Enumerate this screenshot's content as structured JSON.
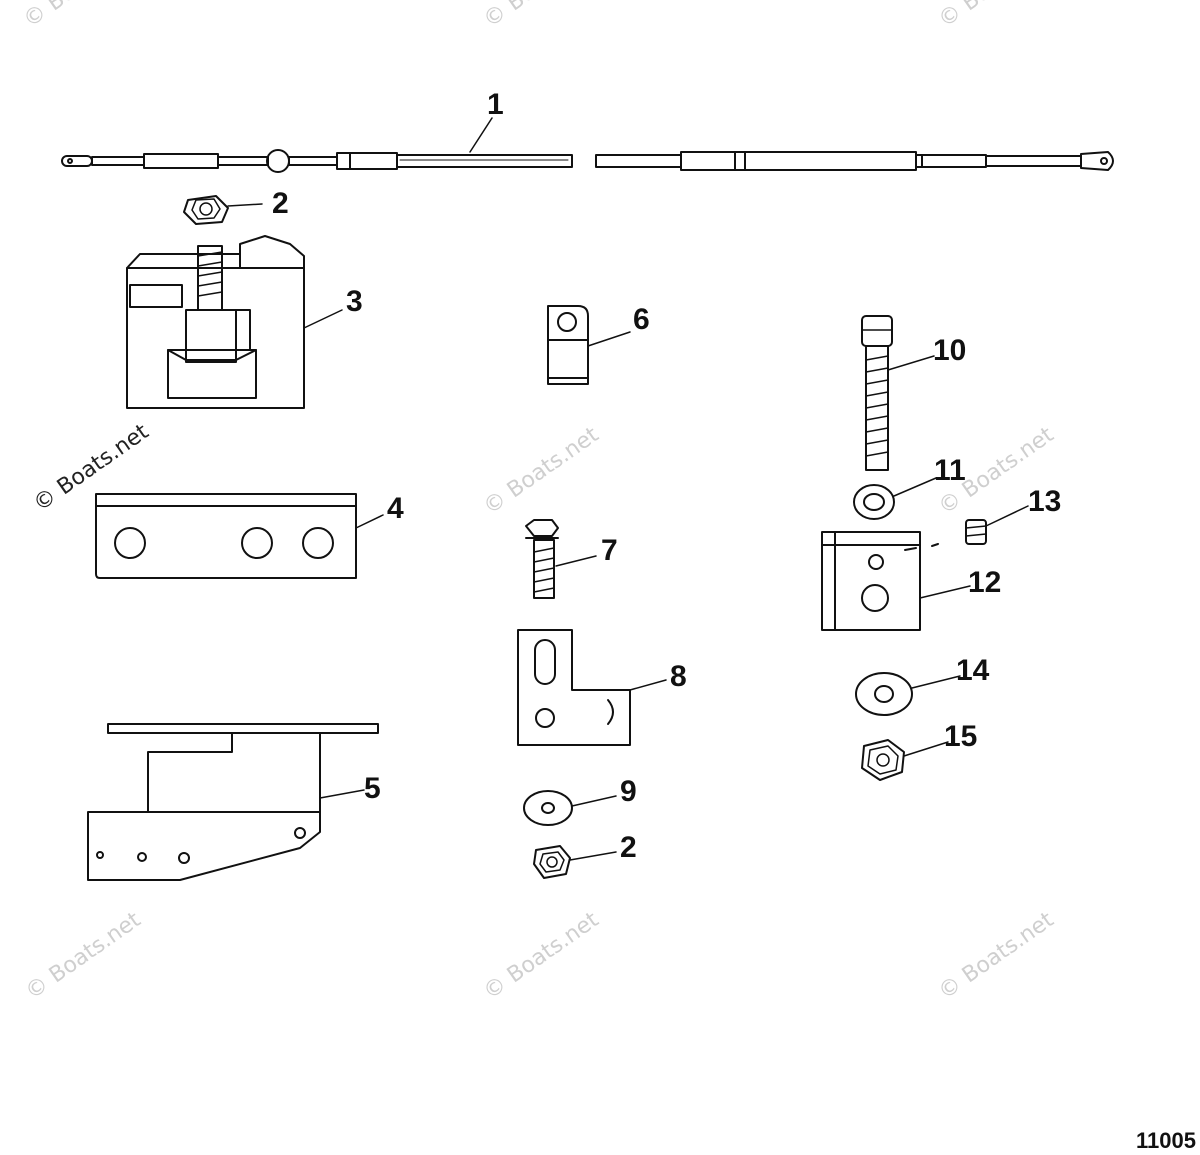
{
  "diagram": {
    "callouts": {
      "c1": "1",
      "c2a": "2",
      "c3": "3",
      "c4": "4",
      "c5": "5",
      "c6": "6",
      "c7": "7",
      "c8": "8",
      "c9": "9",
      "c2b": "2",
      "c10": "10",
      "c11": "11",
      "c12": "12",
      "c13": "13",
      "c14": "14",
      "c15": "15"
    },
    "watermark_text": "© Boats.net",
    "figure_number": "11005"
  },
  "colors": {
    "line": "#111111",
    "watermark": "#cfcfcf",
    "background": "#ffffff"
  }
}
